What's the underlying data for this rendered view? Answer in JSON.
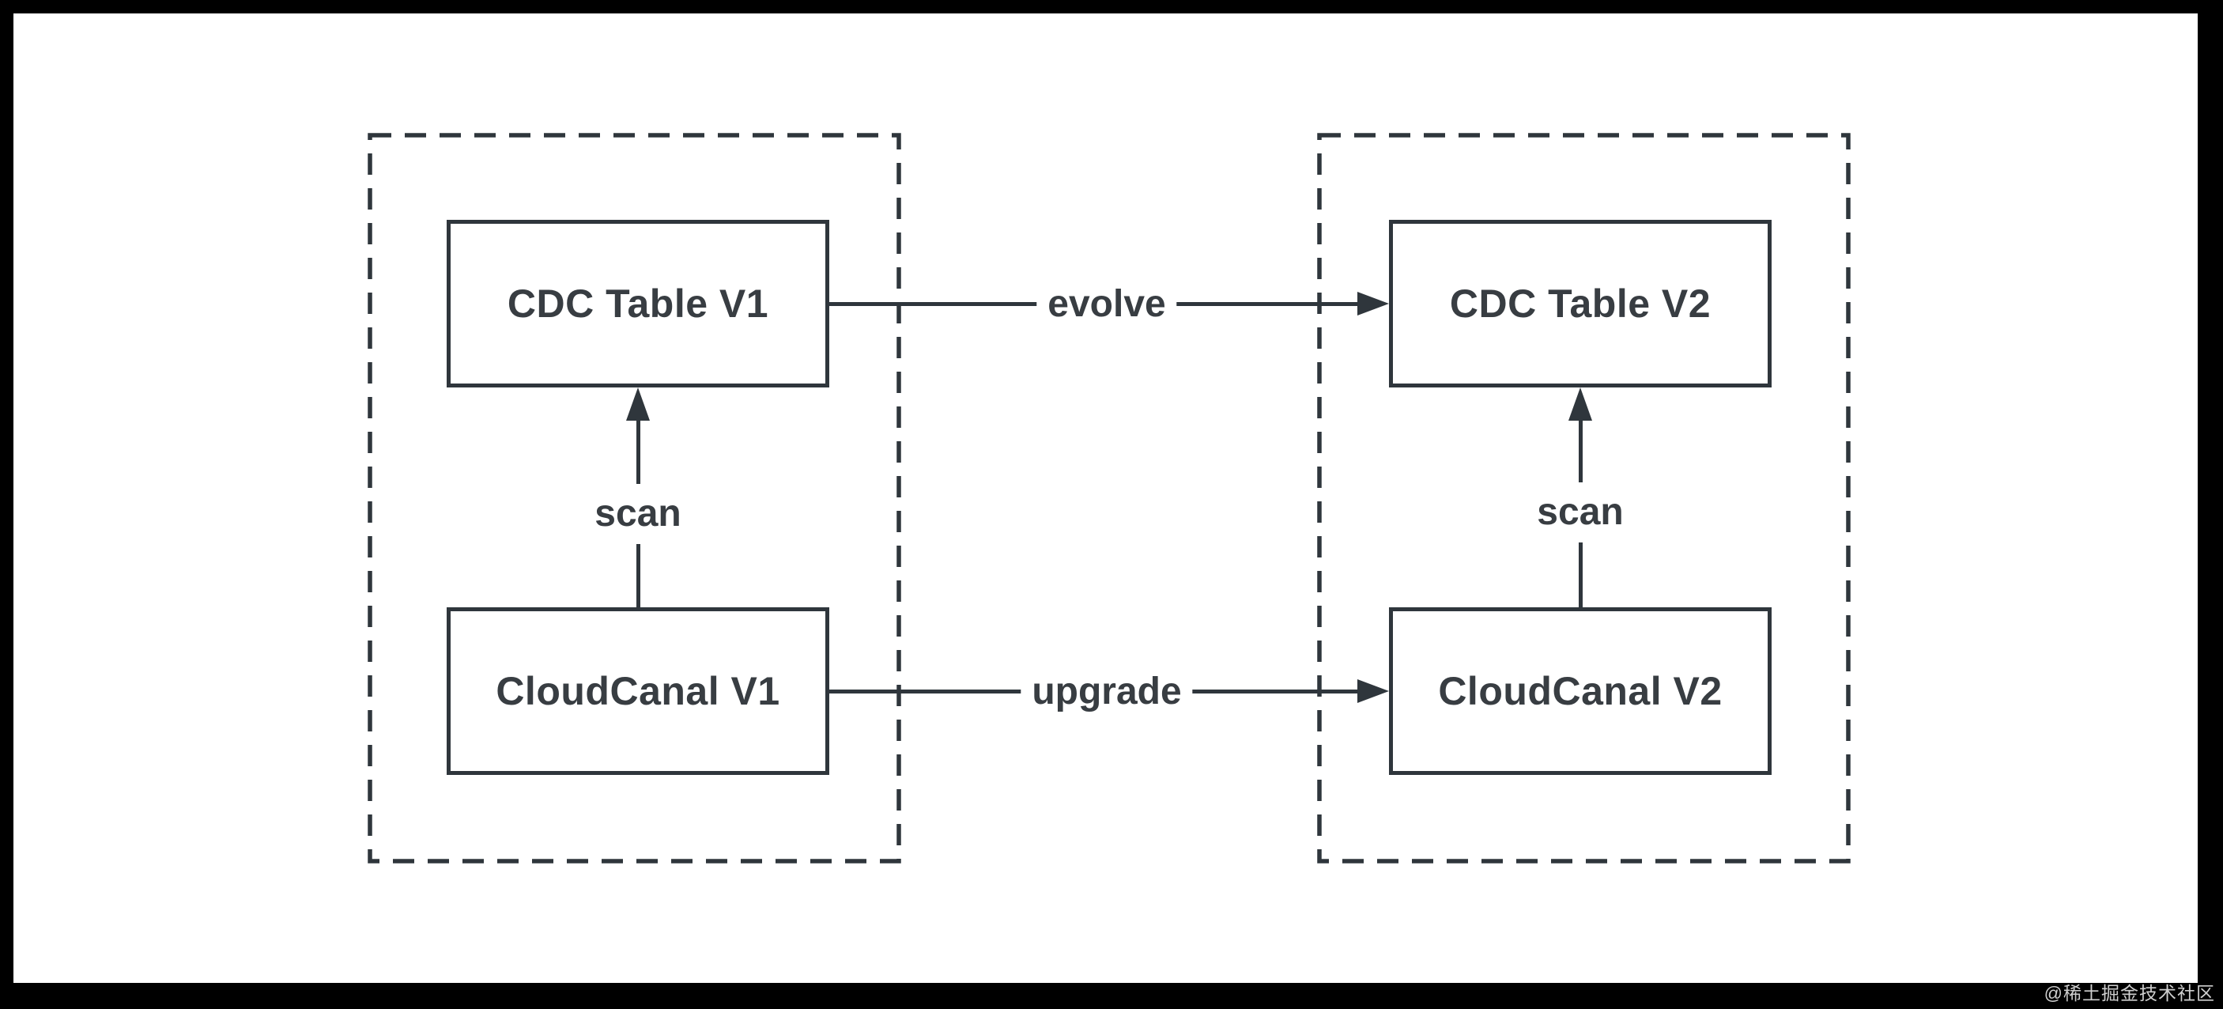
{
  "colors": {
    "stroke": "#2f363c",
    "text": "#383d42",
    "canvas_bg": "#ffffff",
    "frame_bg": "#000000",
    "watermark": "#cfcfcf"
  },
  "diagram": {
    "groups": [
      {
        "id": "v1-group",
        "contains": [
          "CDC Table V1",
          "CloudCanal V1"
        ]
      },
      {
        "id": "v2-group",
        "contains": [
          "CDC Table V2",
          "CloudCanal V2"
        ]
      }
    ],
    "nodes": [
      {
        "id": "cdc-table-v1",
        "label": "CDC Table V1"
      },
      {
        "id": "cloudcanal-v1",
        "label": "CloudCanal V1"
      },
      {
        "id": "cdc-table-v2",
        "label": "CDC Table V2"
      },
      {
        "id": "cloudcanal-v2",
        "label": "CloudCanal V2"
      }
    ],
    "edges": [
      {
        "id": "scan-v1",
        "label": "scan",
        "from": "CloudCanal V1",
        "to": "CDC Table V1",
        "direction": "up"
      },
      {
        "id": "scan-v2",
        "label": "scan",
        "from": "CloudCanal V2",
        "to": "CDC Table V2",
        "direction": "up"
      },
      {
        "id": "evolve",
        "label": "evolve",
        "from": "CDC Table V1",
        "to": "CDC Table V2",
        "direction": "right"
      },
      {
        "id": "upgrade",
        "label": "upgrade",
        "from": "CloudCanal V1",
        "to": "CloudCanal V2",
        "direction": "right"
      }
    ]
  },
  "watermark": {
    "text": "@稀土掘金技术社区"
  }
}
